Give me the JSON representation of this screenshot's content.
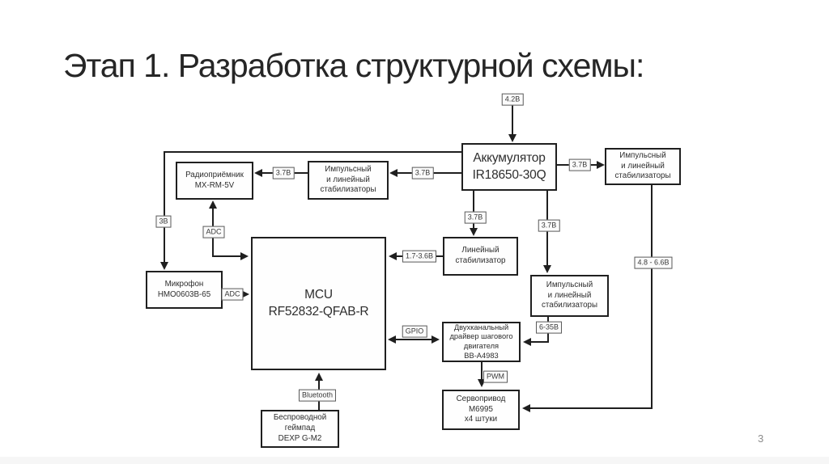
{
  "title": "Этап 1. Разработка структурной схемы:",
  "page_number": "3",
  "colors": {
    "background": "#ffffff",
    "line": "#1f1f1f",
    "page_number": "#8c8c8c"
  },
  "diagram": {
    "blocks": {
      "battery": {
        "label": "Аккумулятор\nIR18650-30Q"
      },
      "stab_right": {
        "label": "Импульсный\nи линейный\nстабилизаторы"
      },
      "stab_top": {
        "label": "Импульсный\nи линейный\nстабилизаторы"
      },
      "radio": {
        "label": "Радиоприёмник\nMX-RM-5V"
      },
      "mic": {
        "label": "Микрофон\nHMO0603B-65"
      },
      "mcu": {
        "label": "MCU\nRF52832-QFAB-R"
      },
      "lin_stab": {
        "label": "Линейный\nстабилизатор"
      },
      "stab_mid": {
        "label": "Импульсный\nи линейный\nстабилизаторы"
      },
      "driver": {
        "label": "Двухканальный\nдрайвер шагового\nдвигателя\nBB-A4983"
      },
      "servo": {
        "label": "Сервопривод\nM6995\nx4 штуки"
      },
      "gamepad": {
        "label": "Беспроводной\nгеймпад\nDEXP G-M2"
      }
    },
    "connections": [
      {
        "from": "external",
        "to": "battery",
        "label": "4.2В",
        "bidirectional": false
      },
      {
        "from": "battery",
        "to": "stab_right",
        "label": "3.7В",
        "bidirectional": false
      },
      {
        "from": "battery",
        "to": "stab_top",
        "label": "3.7В",
        "bidirectional": false
      },
      {
        "from": "stab_top",
        "to": "radio",
        "label": "3.7В",
        "bidirectional": false
      },
      {
        "from": "battery",
        "to": "mic",
        "label": "3В",
        "bidirectional": false
      },
      {
        "from": "radio",
        "to": "mcu",
        "label": "ADC",
        "bidirectional": true
      },
      {
        "from": "mic",
        "to": "mcu",
        "label": "ADC",
        "bidirectional": false
      },
      {
        "from": "battery",
        "to": "lin_stab",
        "label": "3.7В",
        "bidirectional": false
      },
      {
        "from": "battery",
        "to": "stab_mid",
        "label": "3.7В",
        "bidirectional": false
      },
      {
        "from": "lin_stab",
        "to": "mcu",
        "label": "1.7-3.6В",
        "bidirectional": false
      },
      {
        "from": "mcu",
        "to": "driver",
        "label": "GPIO",
        "bidirectional": true
      },
      {
        "from": "stab_mid",
        "to": "driver",
        "label": "6-35В",
        "bidirectional": false
      },
      {
        "from": "driver",
        "to": "servo",
        "label": "PWM",
        "bidirectional": false
      },
      {
        "from": "stab_right",
        "to": "servo",
        "label": "4.8 - 6.6В",
        "bidirectional": false
      },
      {
        "from": "gamepad",
        "to": "mcu",
        "label": "Bluetooth",
        "bidirectional": false
      }
    ]
  }
}
